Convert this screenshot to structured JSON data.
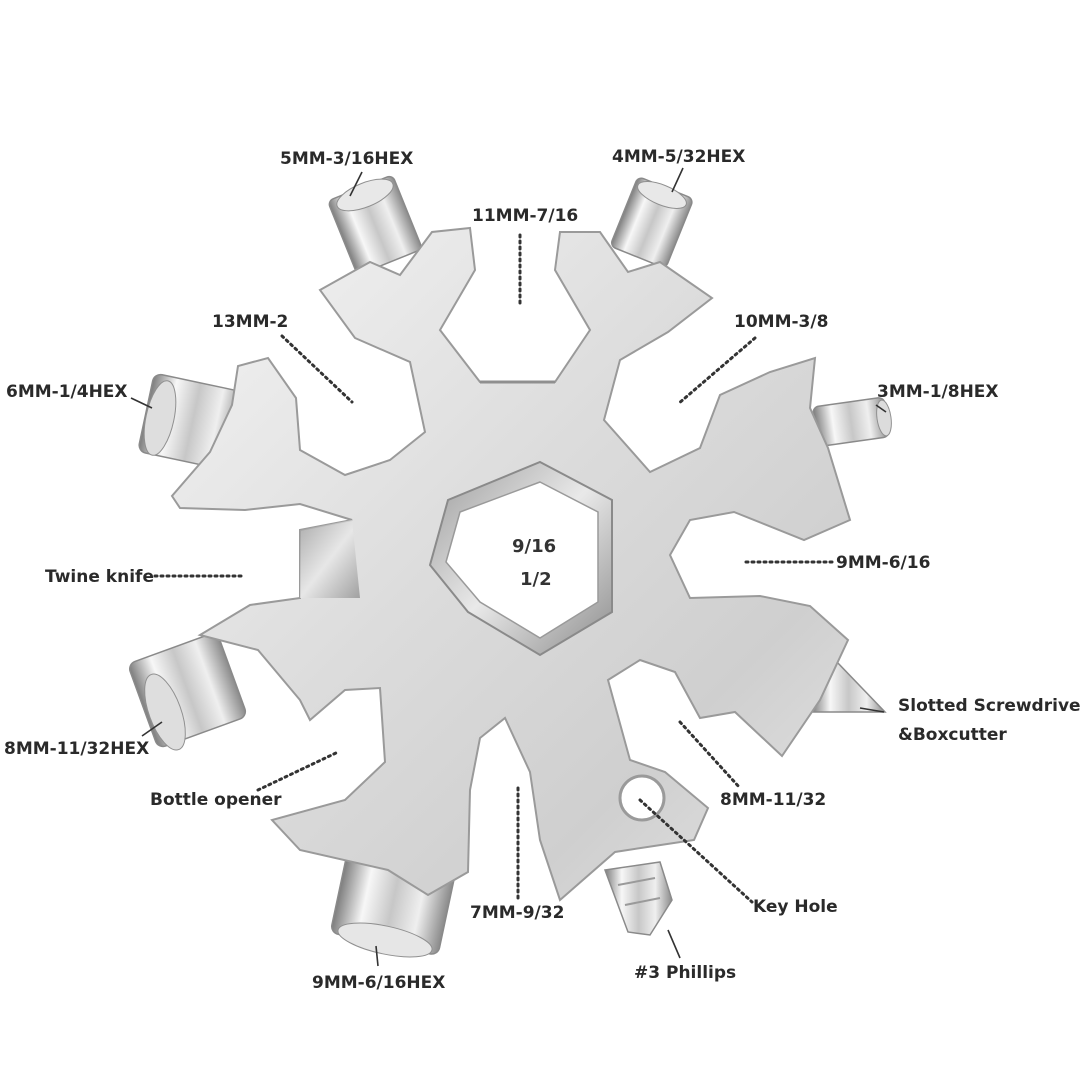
{
  "center_labels": [
    "9/16",
    "1/2"
  ],
  "labels": {
    "hex_5mm": "5MM-3/16HEX",
    "hex_4mm": "4MM-5/32HEX",
    "wrench_11mm": "11MM-7/16",
    "wrench_13mm": "13MM-2",
    "wrench_10mm": "10MM-3/8",
    "hex_6mm": "6MM-1/4HEX",
    "hex_3mm": "3MM-1/8HEX",
    "twine_knife": "Twine knife",
    "wrench_9mm": "9MM-6/16",
    "slotted_line1": "Slotted Screwdriver",
    "slotted_line2": "&Boxcutter",
    "hex_8mm": "8MM-11/32HEX",
    "bottle_opener": "Bottle opener",
    "wrench_8mm": "8MM-11/32",
    "wrench_7mm": "7MM-9/32",
    "key_hole": "Key Hole",
    "hex_9mm": "9MM-6/16HEX",
    "phillips": "#3 Phillips"
  },
  "colors": {
    "steel_light": "#f1f1f1",
    "steel_mid": "#d4d4d4",
    "steel_dark": "#8f8f8f",
    "text": "#2a2a2a"
  }
}
